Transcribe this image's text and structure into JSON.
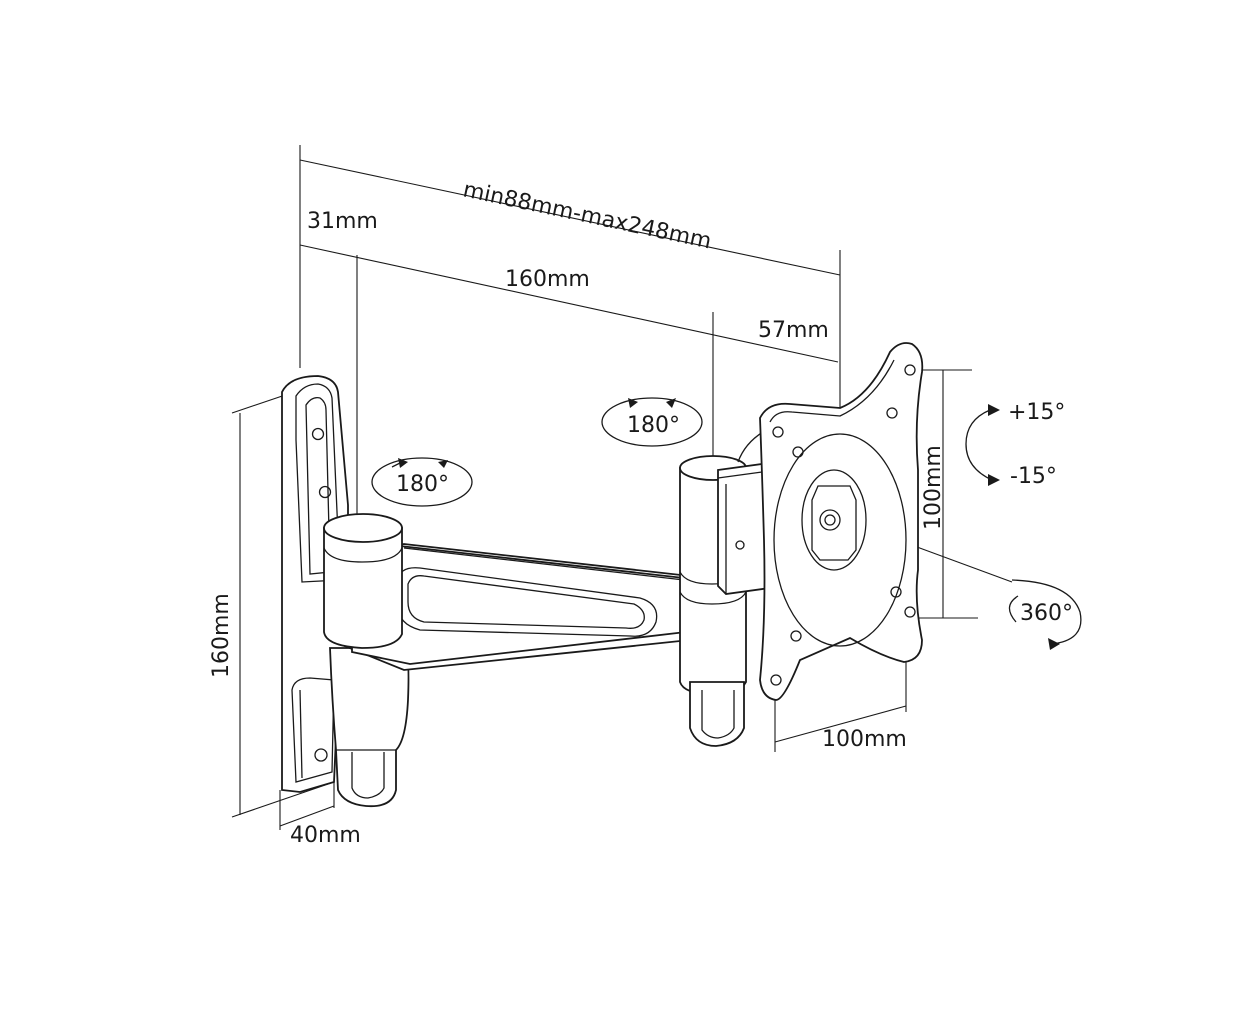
{
  "dimensions": {
    "overall_reach": "min88mm-max248mm",
    "wall_offset": "31mm",
    "arm_length": "160mm",
    "head_offset": "57mm",
    "vesa_height": "100mm",
    "vesa_width": "100mm",
    "plate_height": "160mm",
    "plate_depth": "40mm"
  },
  "rotations": {
    "wall_swivel": "180°",
    "head_swivel": "180°",
    "tilt_up": "+15°",
    "tilt_down": "-15°",
    "rotation": "360°"
  },
  "colors": {
    "line": "#1a1a1a",
    "background": "#ffffff"
  }
}
